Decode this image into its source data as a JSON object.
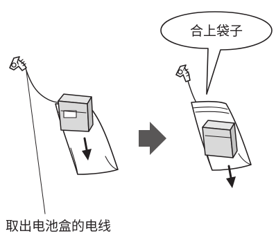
{
  "callout": {
    "text": "合上袋子"
  },
  "caption": {
    "text": "取出电池盒的电线"
  },
  "colors": {
    "line": "#231f20",
    "arrow": "#595757",
    "bag_fill": "#ffffff",
    "box_fill": "#d9d9d9"
  },
  "icons": {
    "step_arrow": "right-pointing-arrow",
    "direction_arrow": "down-arrow"
  }
}
